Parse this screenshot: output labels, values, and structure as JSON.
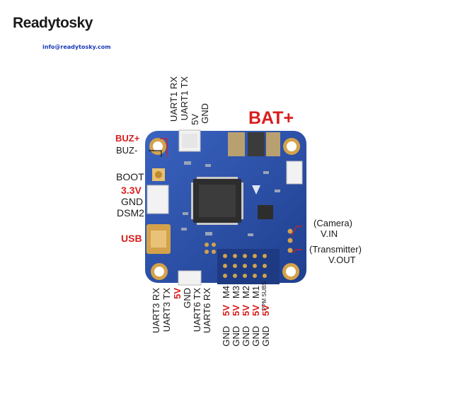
{
  "brand": {
    "name": "Readytosky",
    "email": "info@readytosky.com"
  },
  "labels": {
    "bat": "BAT+",
    "buz_plus": "BUZ+",
    "buz_minus": "BUZ-",
    "boot": "BOOT",
    "v33": "3.3V",
    "gnd_left": "GND",
    "dsm2": "DSM2",
    "usb": "USB",
    "camera": "(Camera)",
    "vin": "V.IN",
    "transmitter": "(Transmitter)",
    "vout": "V.OUT",
    "top_pins": [
      "UART1 RX",
      "UART1 TX",
      "5V",
      "GND"
    ],
    "bottom_left_pins": [
      "UART3 RX",
      "UART3 TX",
      "5V",
      "GND",
      "UART6 TX",
      "UART6 RX"
    ],
    "motor_cols": [
      {
        "top": "M4",
        "mid": "5V",
        "bot": "GND"
      },
      {
        "top": "M3",
        "mid": "5V",
        "bot": "GND"
      },
      {
        "top": "M2",
        "mid": "5V",
        "bot": "GND"
      },
      {
        "top": "M1",
        "mid": "5V",
        "bot": "GND"
      },
      {
        "top": "PPM SUBS",
        "mid": "5V",
        "bot": "GND"
      }
    ]
  },
  "colors": {
    "board": "#2a4fa8",
    "accent_red": "#d81e1e",
    "gold": "#d4a24a"
  }
}
